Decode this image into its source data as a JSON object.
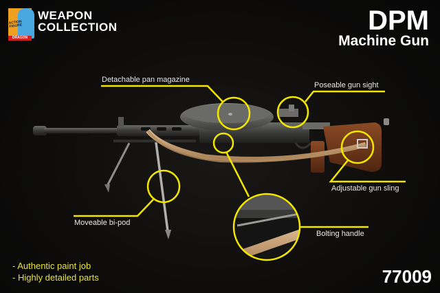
{
  "brand": {
    "badge_text": "ACTION FIGURE",
    "badge_maker": "DRAGON",
    "title_line1": "WEAPON",
    "title_line2": "COLLECTION"
  },
  "product": {
    "name": "DPM",
    "subtitle": "Machine Gun",
    "sku": "77009"
  },
  "callouts": [
    {
      "id": "magazine",
      "label": "Detachable pan magazine"
    },
    {
      "id": "sight",
      "label": "Poseable gun sight"
    },
    {
      "id": "sling",
      "label": "Adjustable gun sling"
    },
    {
      "id": "bipod",
      "label": "Moveable bi-pod"
    },
    {
      "id": "bolt",
      "label": "Bolting handle"
    }
  ],
  "features": [
    "- Authentic paint job",
    "- Highly detailed parts"
  ],
  "colors": {
    "accent_yellow": "#f2e600",
    "feature_text": "#e8e33a",
    "background": "#0b0a09",
    "stock_brown": "#6b3419",
    "sling_tan": "#c9a47a",
    "metal_gray": "#4a4a48"
  }
}
